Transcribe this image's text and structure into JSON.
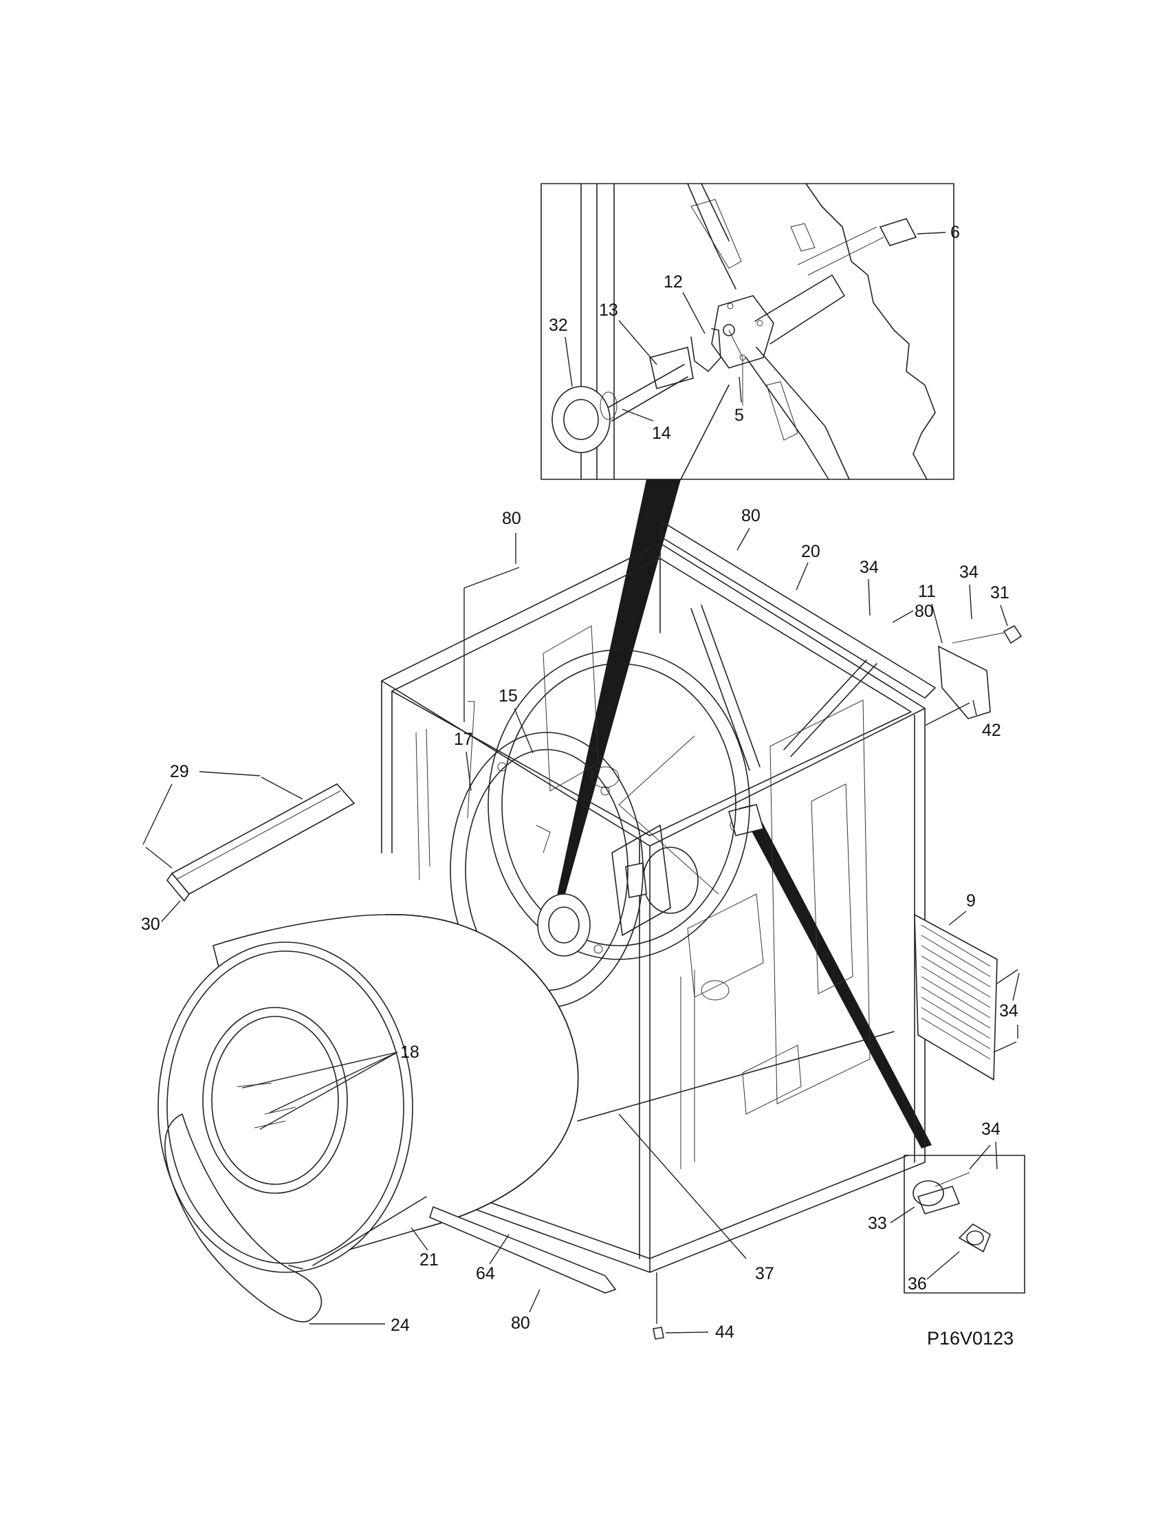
{
  "diagram": {
    "drawing_code": "P16V0123",
    "part_labels": {
      "p5": "5",
      "p6": "6",
      "p12": "12",
      "p13": "13",
      "p14": "14",
      "p32": "32",
      "p80a": "80",
      "p80b": "80",
      "p80c": "80",
      "p80d": "80",
      "p20": "20",
      "p34a": "34",
      "p34b": "34",
      "p34c": "34",
      "p34d": "34",
      "p11": "11",
      "p31": "31",
      "p42": "42",
      "p15": "15",
      "p17": "17",
      "p29": "29",
      "p30": "30",
      "p9": "9",
      "p18": "18",
      "p21": "21",
      "p64": "64",
      "p37": "37",
      "p33": "33",
      "p36": "36",
      "p24": "24",
      "p44": "44"
    }
  }
}
